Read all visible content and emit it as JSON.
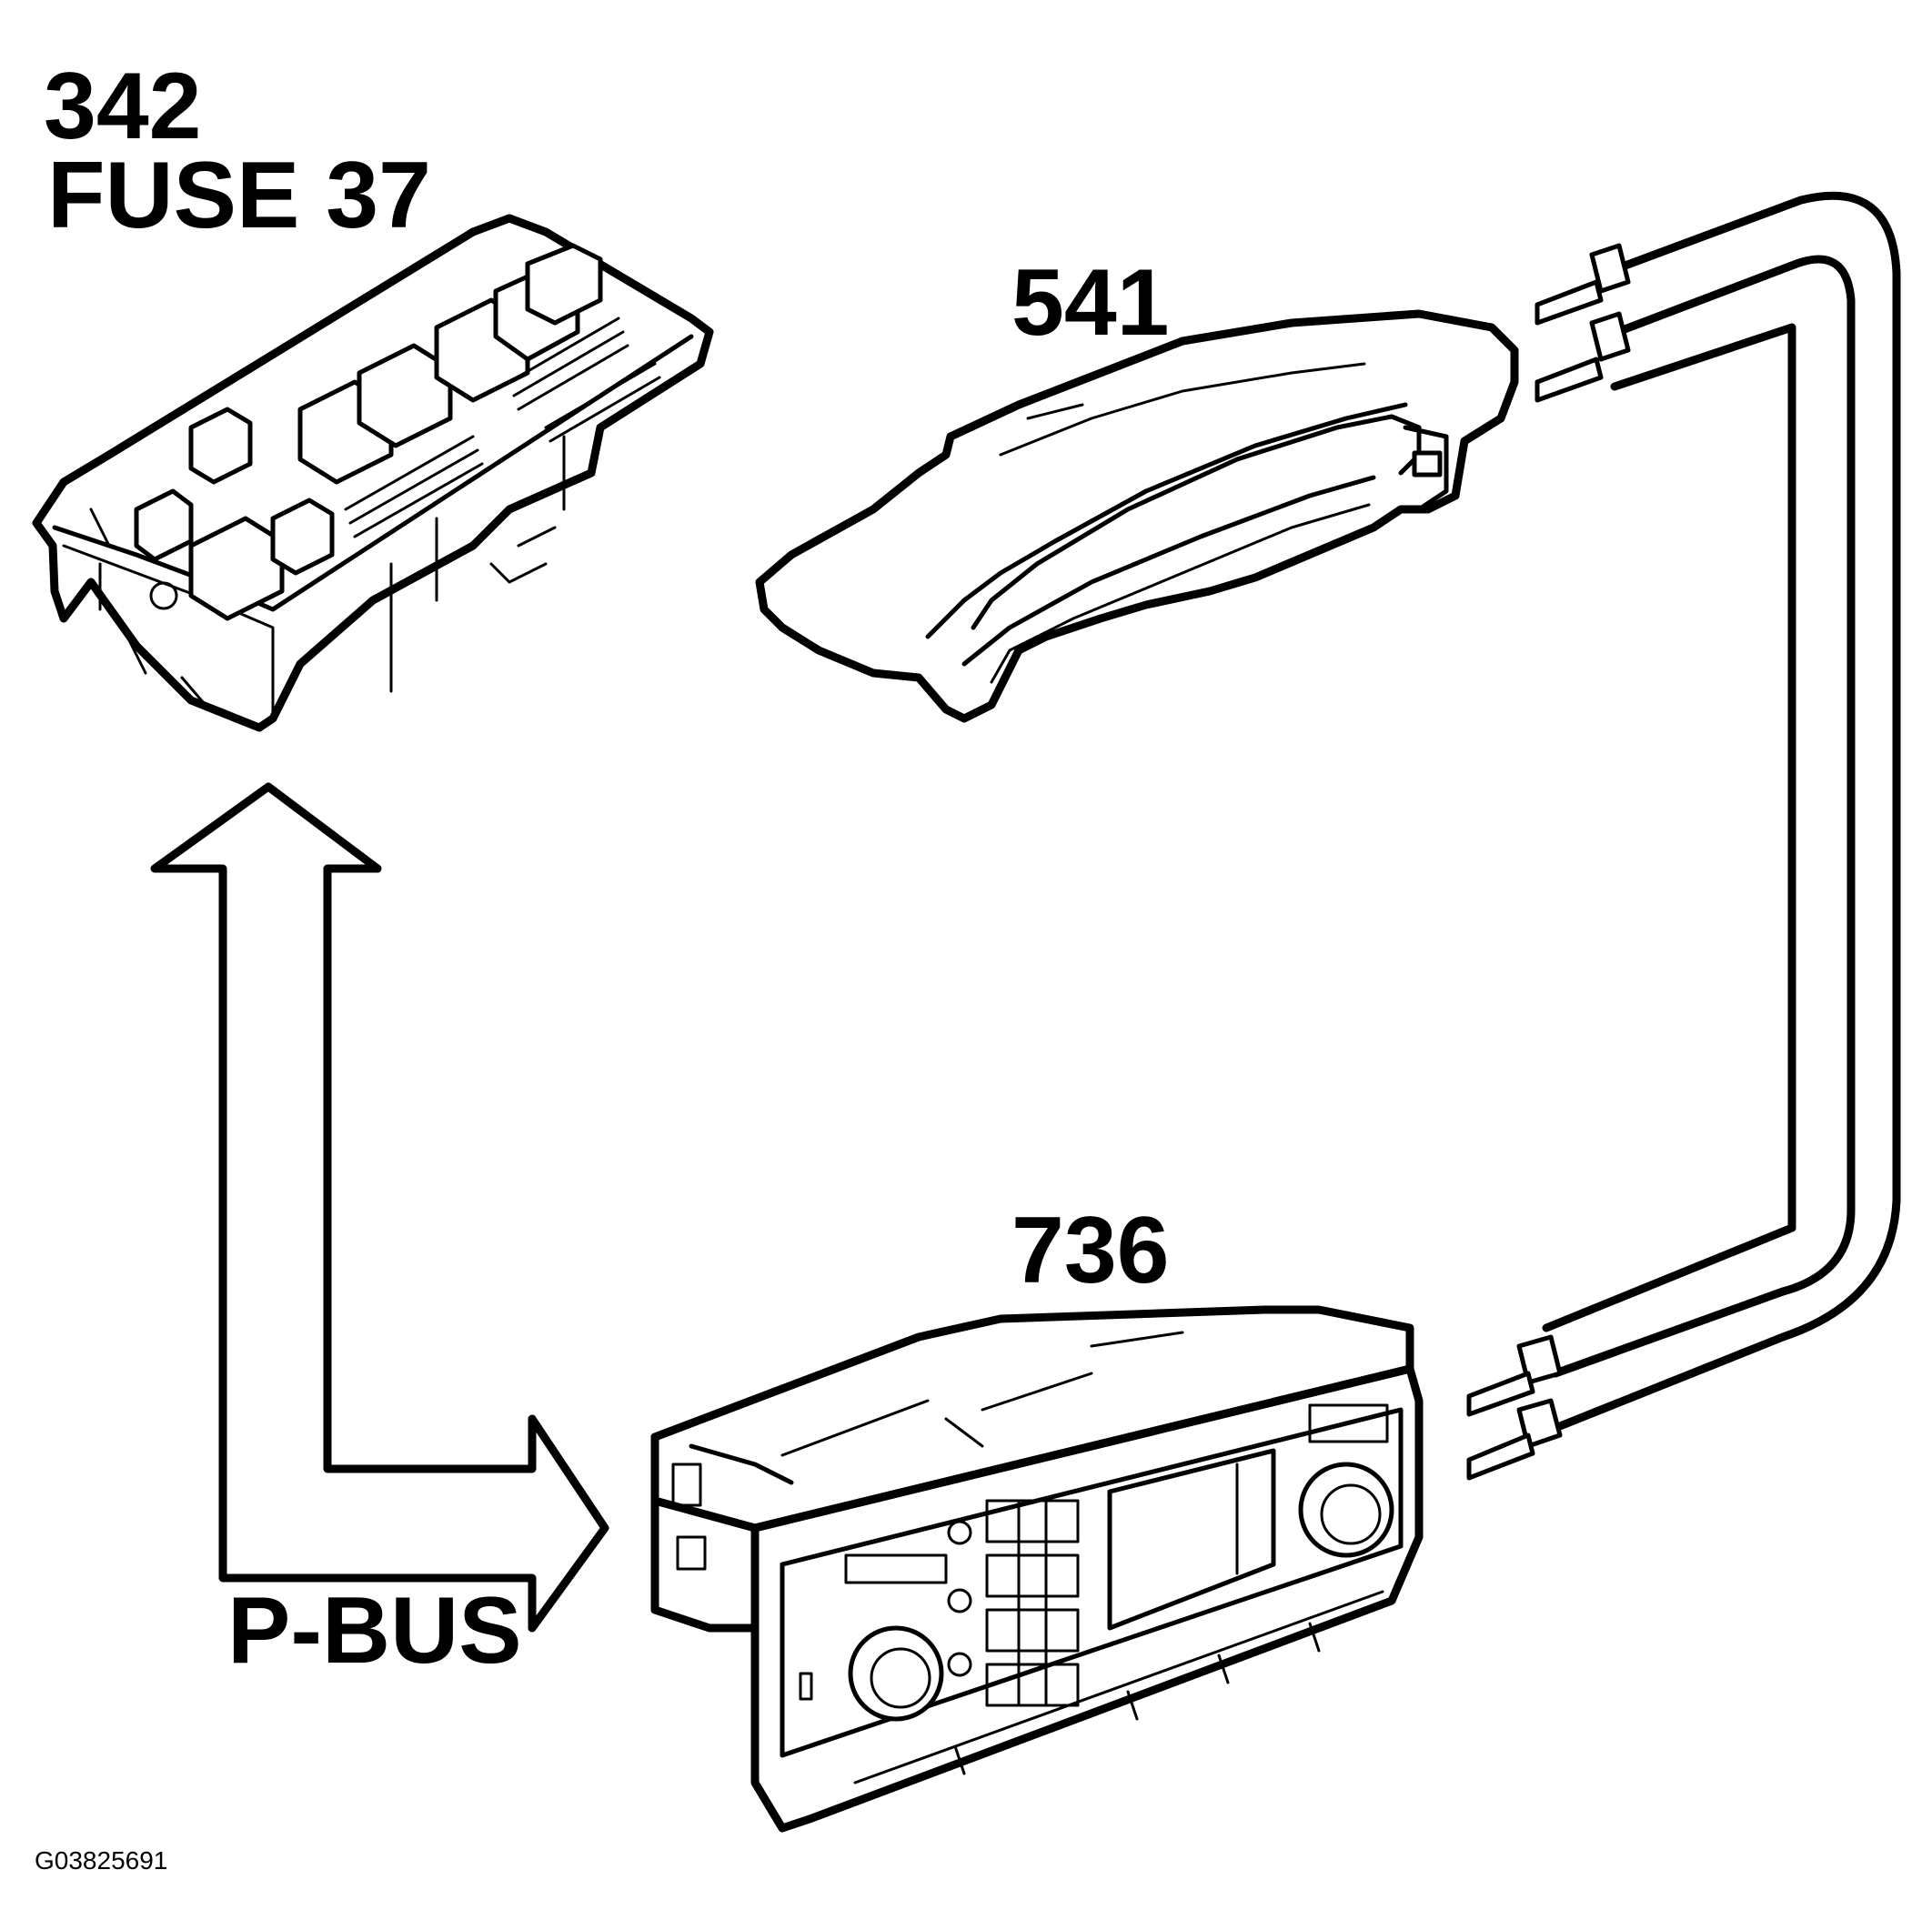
{
  "components": {
    "fuse_box": {
      "number": "342",
      "fuse": "FUSE 37"
    },
    "handle": {
      "number": "541"
    },
    "control_panel": {
      "number": "736"
    }
  },
  "bus": {
    "label": "P-BUS"
  },
  "figure_id": "G03825691"
}
